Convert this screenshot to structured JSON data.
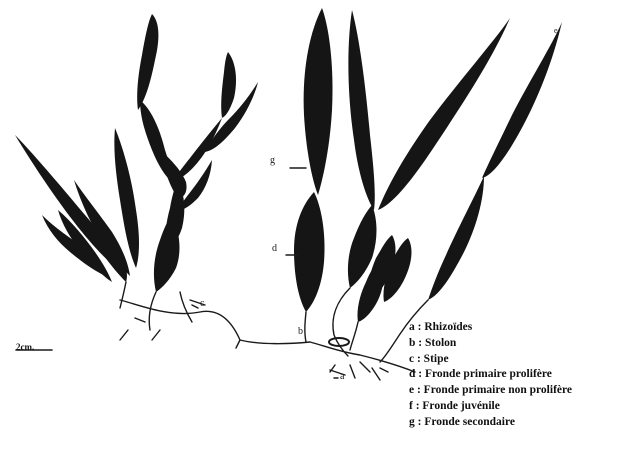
{
  "diagram": {
    "callouts": {
      "a": "a",
      "b": "b",
      "c": "c",
      "d": "d",
      "e": "e",
      "g": "g"
    },
    "scale_bar": "2cm.",
    "legend": [
      {
        "key": "a",
        "text": "a : Rhizoïdes"
      },
      {
        "key": "b",
        "text": "b : Stolon"
      },
      {
        "key": "c",
        "text": "c : Stipe"
      },
      {
        "key": "d",
        "text": "d : Fronde primaire prolifère"
      },
      {
        "key": "e",
        "text": "e : Fronde primaire non prolifère"
      },
      {
        "key": "f",
        "text": "f : Fronde juvénile"
      },
      {
        "key": "g",
        "text": "g : Fronde secondaire"
      }
    ],
    "colors": {
      "frond": "#151515",
      "stolon": "#1a1a1a",
      "background": "#ffffff"
    }
  }
}
